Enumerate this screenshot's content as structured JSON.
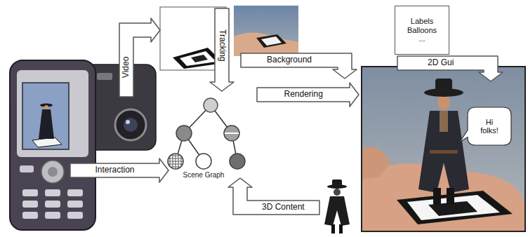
{
  "diagram": {
    "nodes": [
      {
        "text": [
          "Video"
        ]
      },
      {
        "text": [
          "Tracking"
        ]
      },
      {
        "text": [
          "Background"
        ]
      },
      {
        "text": [
          "Labels Balloons ..."
        ]
      },
      {
        "text": [
          "2D Gui"
        ]
      },
      {
        "text": [
          "Rendering"
        ]
      },
      {
        "text": [
          "Hi folks!"
        ]
      },
      {
        "text": [
          "Interaction"
        ]
      },
      {
        "text": [
          "3D Content"
        ]
      }
    ],
    "labels": [
      "Scene Graph"
    ]
  }
}
